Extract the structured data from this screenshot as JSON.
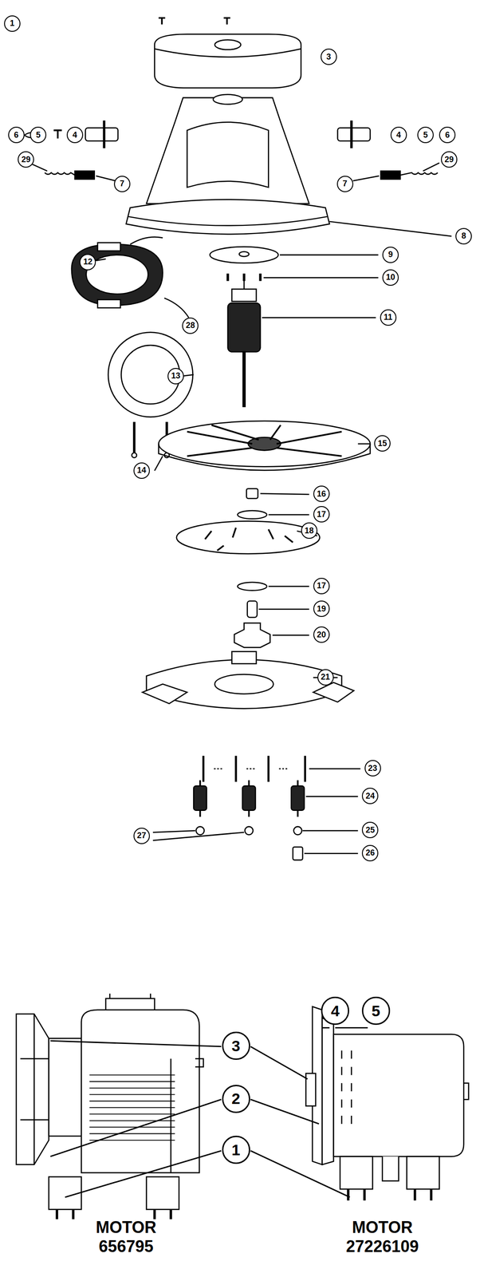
{
  "diagram": {
    "labels": [
      "1",
      "3",
      "6",
      "5",
      "4",
      "4",
      "5",
      "6",
      "8",
      "12",
      "9",
      "10",
      "29",
      "7",
      "7",
      "29",
      "28",
      "11",
      "13",
      "14",
      "15",
      "16",
      "17",
      "18",
      "17",
      "19",
      "20",
      "21",
      "23",
      "24",
      "25",
      "27",
      "26",
      "4",
      "5",
      "3",
      "2",
      "1",
      "MOTOR 656795",
      "MOTOR 27226109"
    ]
  }
}
